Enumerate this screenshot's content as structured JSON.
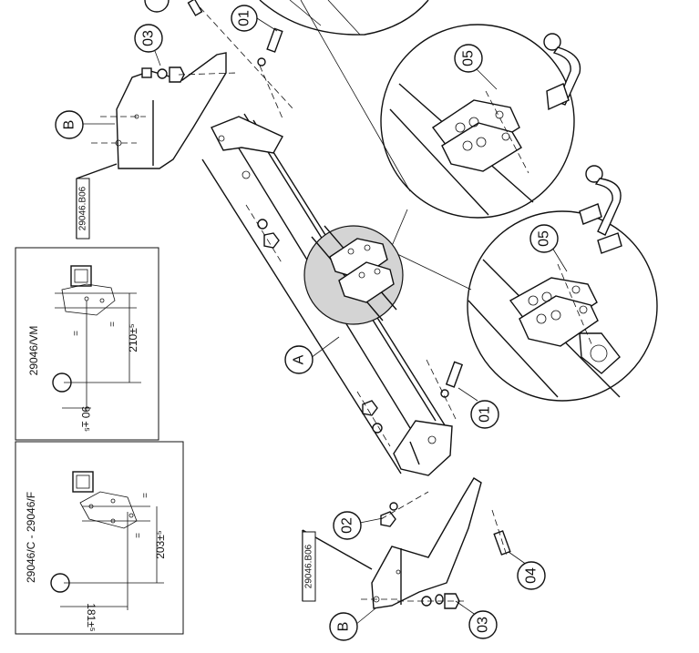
{
  "colors": {
    "line": "#111111",
    "magnifier": "#d4d4d4",
    "background": "#ffffff"
  },
  "callouts": {
    "c01_top": "01",
    "c03_top": "03",
    "c05_upper": "05",
    "c05_lower": "05",
    "cB_top": "B",
    "cA": "A",
    "c01_mid": "01",
    "c02": "02",
    "c04": "04",
    "c03_bottom": "03",
    "cB_bottom": "B"
  },
  "part_labels": {
    "top_bracket": "29046.B06",
    "bottom_bracket": "29046.B06"
  },
  "panel_vm": {
    "model": "29046/VM",
    "dim_vertical": "210±⁵",
    "dim_horizontal": "90 ±⁵",
    "equal_mark_1": "=",
    "equal_mark_2": "="
  },
  "panel_cf": {
    "model": "29046/C - 29046/F",
    "dim_vertical": "203±⁵",
    "dim_horizontal": "181±⁵",
    "equal_mark_1": "=",
    "equal_mark_2": "="
  }
}
